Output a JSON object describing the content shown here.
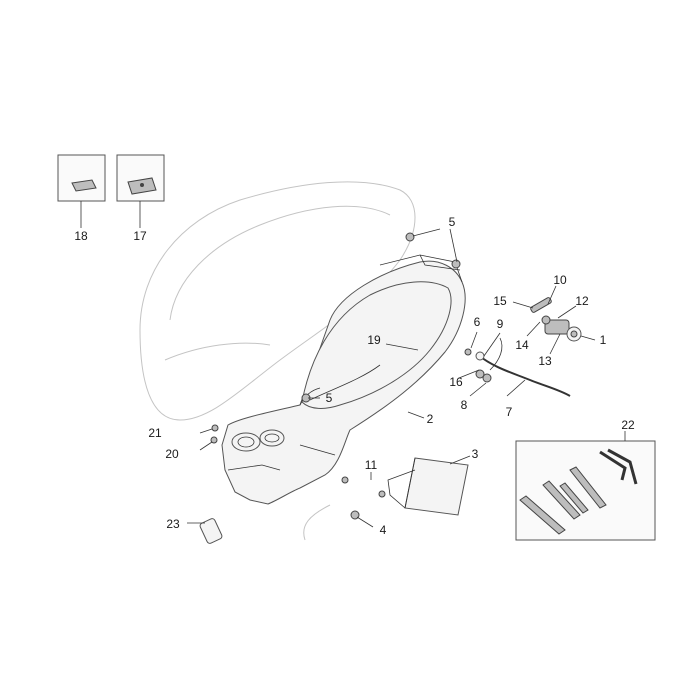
{
  "diagram": {
    "callouts": [
      {
        "id": "1",
        "text": "1"
      },
      {
        "id": "2",
        "text": "2"
      },
      {
        "id": "3",
        "text": "3"
      },
      {
        "id": "4",
        "text": "4"
      },
      {
        "id": "5a",
        "text": "5"
      },
      {
        "id": "5b",
        "text": "5"
      },
      {
        "id": "6",
        "text": "6"
      },
      {
        "id": "7",
        "text": "7"
      },
      {
        "id": "8",
        "text": "8"
      },
      {
        "id": "9",
        "text": "9"
      },
      {
        "id": "10",
        "text": "10"
      },
      {
        "id": "11",
        "text": "11"
      },
      {
        "id": "12",
        "text": "12"
      },
      {
        "id": "13",
        "text": "13"
      },
      {
        "id": "14",
        "text": "14"
      },
      {
        "id": "15",
        "text": "15"
      },
      {
        "id": "16",
        "text": "16"
      },
      {
        "id": "17",
        "text": "17"
      },
      {
        "id": "18",
        "text": "18"
      },
      {
        "id": "19",
        "text": "19"
      },
      {
        "id": "20",
        "text": "20"
      },
      {
        "id": "21",
        "text": "21"
      },
      {
        "id": "22",
        "text": "22"
      },
      {
        "id": "23",
        "text": "23"
      }
    ],
    "icons": [
      "seat-outline-icon",
      "helmet-compartment-icon",
      "seat-lock-icon",
      "cable-icon",
      "tool-kit-icon",
      "clip-nut-icon",
      "screw-icon"
    ]
  }
}
